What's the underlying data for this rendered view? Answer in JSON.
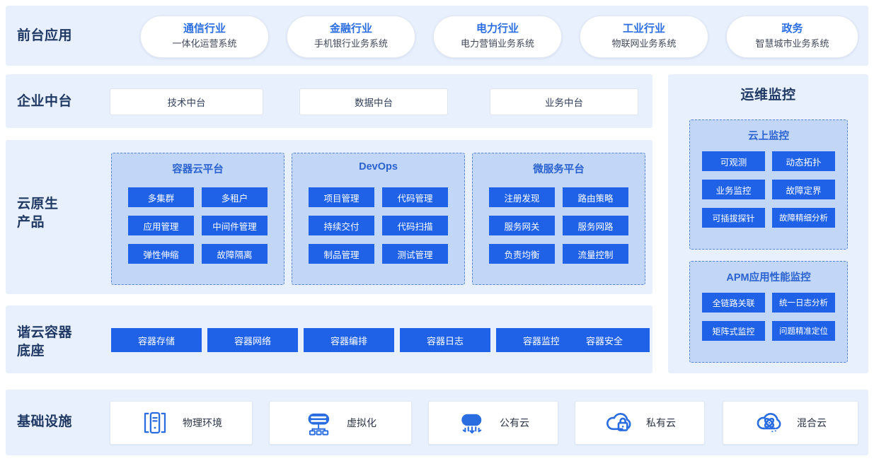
{
  "rows": {
    "front": {
      "label": "前台应用",
      "apps": [
        {
          "title": "通信行业",
          "sub": "一体化运营系统"
        },
        {
          "title": "金融行业",
          "sub": "手机银行业务系统"
        },
        {
          "title": "电力行业",
          "sub": "电力营销业务系统"
        },
        {
          "title": "工业行业",
          "sub": "物联网业务系统"
        },
        {
          "title": "政务",
          "sub": "智慧城市业务系统"
        }
      ]
    },
    "middle": {
      "label": "企业中台",
      "items": [
        "技术中台",
        "数据中台",
        "业务中台"
      ]
    },
    "cloudnative": {
      "label": "云原生\n产品",
      "groups": [
        {
          "title": "容器云平台",
          "items": [
            "多集群",
            "多租户",
            "应用管理",
            "中间件管理",
            "弹性伸缩",
            "故障隔离"
          ]
        },
        {
          "title": "DevOps",
          "items": [
            "项目管理",
            "代码管理",
            "持续交付",
            "代码扫描",
            "制品管理",
            "测试管理"
          ]
        },
        {
          "title": "微服务平台",
          "items": [
            "注册发现",
            "路由策略",
            "服务网关",
            "服务网路",
            "负责均衡",
            "流量控制"
          ]
        }
      ]
    },
    "base": {
      "label": "谐云容器\n底座",
      "items": [
        "容器存储",
        "容器网络",
        "容器编排",
        "容器日志",
        "容器监控",
        "容器安全"
      ]
    },
    "infrastructure": {
      "label": "基础设施",
      "items": [
        {
          "label": "物理环境",
          "icon": "server-rack-icon"
        },
        {
          "label": "虚拟化",
          "icon": "cloud-virtualization-icon"
        },
        {
          "label": "公有云",
          "icon": "public-cloud-icon"
        },
        {
          "label": "私有云",
          "icon": "private-cloud-lock-icon"
        },
        {
          "label": "混合云",
          "icon": "hybrid-cloud-icon"
        }
      ]
    }
  },
  "monitor": {
    "title": "运维监控",
    "groups": [
      {
        "title": "云上监控",
        "items": [
          "可观测",
          "动态拓扑",
          "业务监控",
          "故障定界",
          "可插拔探针",
          "故障精细分析"
        ]
      },
      {
        "title": "APM应用性能监控",
        "items": [
          "全链路关联",
          "统一日志分析",
          "矩阵式监控",
          "问题精准定位"
        ]
      }
    ]
  },
  "colors": {
    "panel_bg": "#e8f0fd",
    "tile_blue": "#1f62e8",
    "group_bg": "#c2d7f8",
    "group_border": "#5583d6",
    "label_text": "#1f3864",
    "accent_text": "#2a6de0"
  }
}
